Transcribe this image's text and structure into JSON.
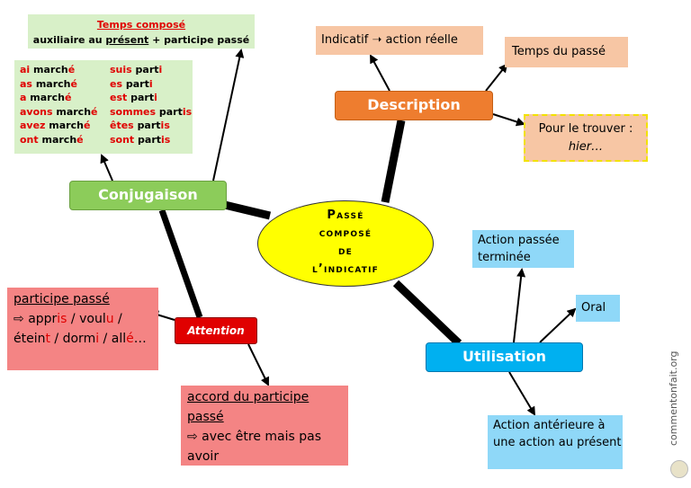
{
  "conjugaison": {
    "label": "Conjugaison",
    "header_title": "Temps composé",
    "header_rule_pre": "auxiliaire au ",
    "header_rule_em": "présent",
    "header_rule_post": " + participe passé",
    "col1": [
      {
        "aux": "ai ",
        "stem": "march",
        "end": "é"
      },
      {
        "aux": "as ",
        "stem": "march",
        "end": "é"
      },
      {
        "aux": "a ",
        "stem": "march",
        "end": "é"
      },
      {
        "aux": "avons ",
        "stem": "march",
        "end": "é"
      },
      {
        "aux": "avez ",
        "stem": "march",
        "end": "é"
      },
      {
        "aux": "ont ",
        "stem": "march",
        "end": "é"
      }
    ],
    "col2": [
      {
        "aux": "suis ",
        "stem": "part",
        "end": "i"
      },
      {
        "aux": "es ",
        "stem": "part",
        "end": "i"
      },
      {
        "aux": "est ",
        "stem": "part",
        "end": "i"
      },
      {
        "aux": "sommes ",
        "stem": "part",
        "end": "is"
      },
      {
        "aux": "êtes ",
        "stem": "part",
        "end": "is"
      },
      {
        "aux": "sont ",
        "stem": "part",
        "end": "is"
      }
    ]
  },
  "description": {
    "label": "Description",
    "indicatif": "Indicatif ➝ action réelle",
    "temps_passe": "Temps du passé",
    "trouver_1": "Pour le trouver :",
    "trouver_2": "hier…"
  },
  "center": {
    "line1": "Passé",
    "line2": "composé",
    "line3": "de",
    "line4": "l’indicatif"
  },
  "attention": {
    "label": "Attention",
    "pp_title": "participe passé",
    "pp_arrow": "⇨ ",
    "pp_items": [
      {
        "stem": "appr",
        "end": "is"
      },
      {
        "stem": "voul",
        "end": "u"
      },
      {
        "stem": "étein",
        "end": "t"
      },
      {
        "stem": "dorm",
        "end": "i"
      },
      {
        "stem": "all",
        "end": "é"
      }
    ],
    "pp_sep": " / ",
    "pp_ellipsis": "…",
    "accord_title": "accord du participe passé",
    "accord_body": "⇨ avec être mais pas avoir"
  },
  "utilisation": {
    "label": "Utilisation",
    "action_passee": "Action passée terminée",
    "oral": "Oral",
    "action_anterieure": "Action antérieure à une action au présent"
  },
  "watermark": "commentonfait.org",
  "colors": {
    "center": "#ffff00",
    "conjugaison": "#8ccc5a",
    "description": "#ee7d2f",
    "attention": "#e00000",
    "utilisation": "#00b0f0"
  }
}
